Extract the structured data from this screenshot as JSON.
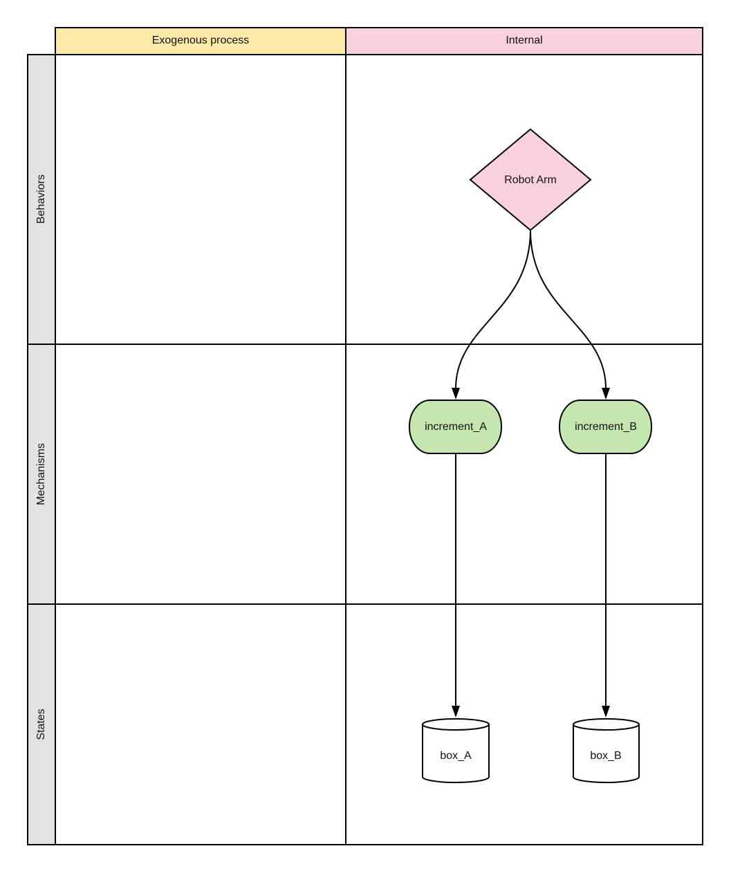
{
  "columns": [
    {
      "label": "Exogenous process",
      "color": "#fdeaa8"
    },
    {
      "label": "Internal",
      "color": "#f8d1dc"
    }
  ],
  "rows": [
    {
      "label": "Behaviors"
    },
    {
      "label": "Mechanisms"
    },
    {
      "label": "States"
    }
  ],
  "row_header_color": "#e3e3e3",
  "nodes": {
    "robot_arm": {
      "label": "Robot Arm",
      "shape": "diamond",
      "color": "#f8d1dc"
    },
    "increment_a": {
      "label": "increment_A",
      "shape": "terminator",
      "color": "#c6e6b0"
    },
    "increment_b": {
      "label": "increment_B",
      "shape": "terminator",
      "color": "#c6e6b0"
    },
    "box_a": {
      "label": "box_A",
      "shape": "cylinder",
      "color": "#ffffff"
    },
    "box_b": {
      "label": "box_B",
      "shape": "cylinder",
      "color": "#ffffff"
    }
  },
  "edges": [
    {
      "from": "Robot Arm",
      "to": "increment_A"
    },
    {
      "from": "Robot Arm",
      "to": "increment_B"
    },
    {
      "from": "increment_A",
      "to": "box_A"
    },
    {
      "from": "increment_B",
      "to": "box_B"
    }
  ]
}
